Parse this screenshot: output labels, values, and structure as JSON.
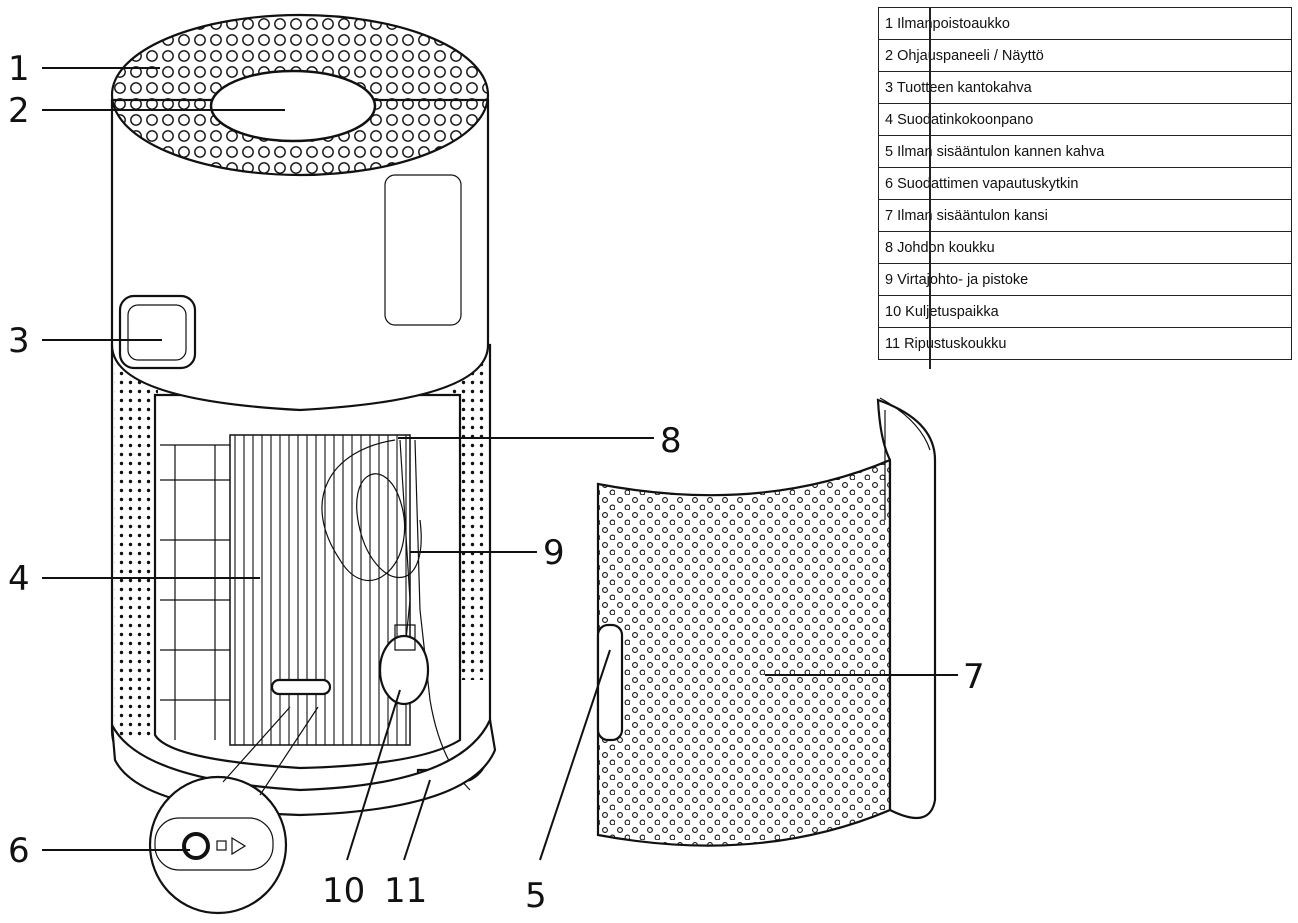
{
  "callouts": [
    "1",
    "2",
    "3",
    "4",
    "5",
    "6",
    "7",
    "8",
    "9",
    "10",
    "11"
  ],
  "legend": [
    "1 Ilmanpoistoaukko",
    "2 Ohjauspaneeli / Näyttö",
    "3 Tuotteen kantokahva",
    "4 Suodatinkokoonpano",
    "5 Ilman sisääntulon kannen kahva",
    "6 Suodattimen vapautuskytkin",
    "7 Ilman sisääntulon kansi",
    "8 Johdon koukku",
    "9 Virtajohto- ja pistoke",
    "10 Kuljetuspaikka",
    "11 Ripustuskoukku"
  ],
  "colors": {
    "line": "#111111",
    "background": "#ffffff"
  }
}
